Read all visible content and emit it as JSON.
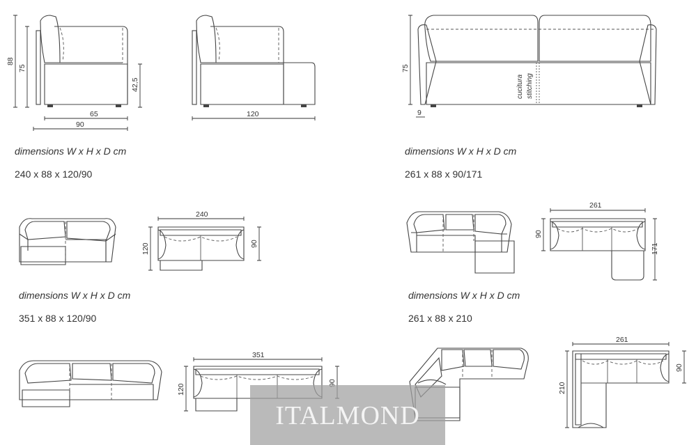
{
  "sections": [
    {
      "caption": "dimensions W x H x D cm",
      "value": "240 x 88 x 120/90"
    },
    {
      "caption": "dimensions W x H x D cm",
      "value": "261 x 88 x 90/171"
    },
    {
      "caption": "dimensions W x H x D cm",
      "value": "351 x 88 x 120/90"
    },
    {
      "caption": "dimensions W x H x D cm",
      "value": "261 x 88 x 210"
    }
  ],
  "dimension_labels": {
    "arm_total_height": "88",
    "arm_back_height": "75",
    "arm_seat_height": "42,5",
    "arm_seat_depth": "65",
    "arm_total_depth": "90",
    "chaise_depth": "120",
    "sofa_back_height": "75",
    "sofa_foot_height": "9",
    "stitching_it": "cucitura",
    "stitching_en": "stitching",
    "plan_a_width": "240",
    "plan_a_chaise": "120",
    "plan_a_depth": "90",
    "plan_b_width": "261",
    "plan_b_depth": "90",
    "plan_b_chaise": "171",
    "plan_c_width": "351",
    "plan_c_chaise": "120",
    "plan_c_depth": "90",
    "plan_d_width": "261",
    "plan_d_depth": "90",
    "plan_d_side": "210"
  },
  "watermark": {
    "text": "ITALMOND"
  }
}
